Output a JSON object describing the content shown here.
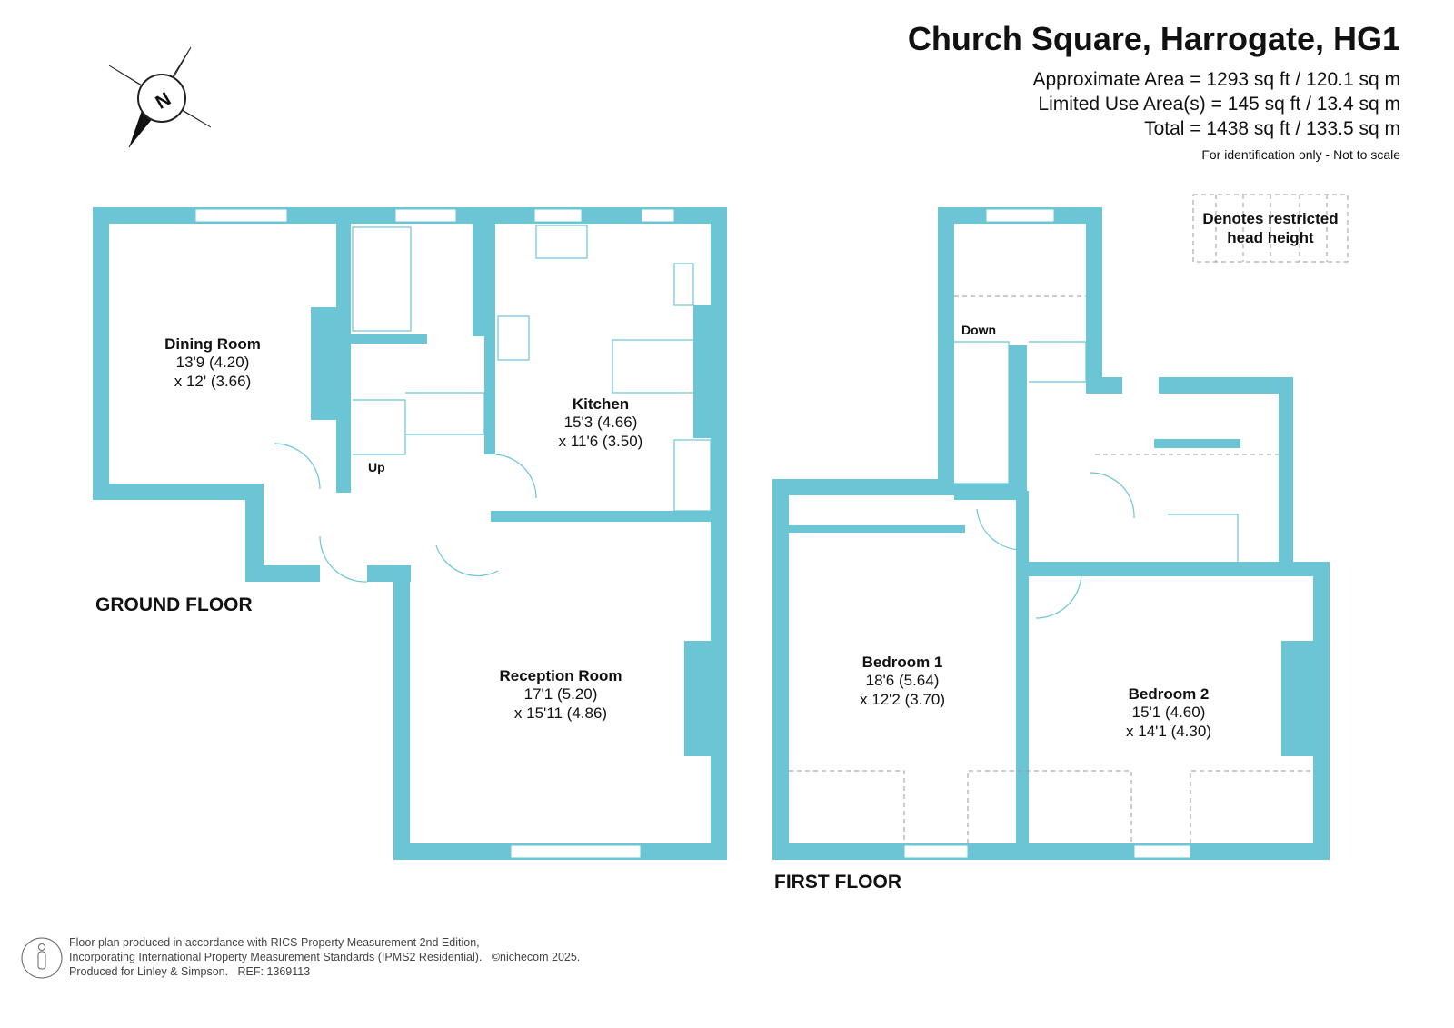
{
  "header": {
    "title": "Church Square, Harrogate, HG1",
    "approx_area": "Approximate Area = 1293 sq ft / 120.1 sq m",
    "limited_use": "Limited Use Area(s) = 145 sq ft / 13.4 sq m",
    "total": "Total = 1438 sq ft / 133.5 sq m",
    "note": "For identification only - Not to scale"
  },
  "compass": {
    "label": "N"
  },
  "legend": {
    "line1": "Denotes restricted",
    "line2": "head height"
  },
  "ground_floor": {
    "label": "GROUND FLOOR",
    "stairs_label": "Up",
    "rooms": [
      {
        "name": "Dining Room",
        "dim1": "13'9 (4.20)",
        "dim2": "x 12' (3.66)"
      },
      {
        "name": "Kitchen",
        "dim1": "15'3 (4.66)",
        "dim2": "x 11'6 (3.50)"
      },
      {
        "name": "Reception Room",
        "dim1": "17'1 (5.20)",
        "dim2": "x 15'11 (4.86)"
      }
    ]
  },
  "first_floor": {
    "label": "FIRST FLOOR",
    "stairs_label": "Down",
    "rooms": [
      {
        "name": "Bedroom 1",
        "dim1": "18'6 (5.64)",
        "dim2": "x 12'2 (3.70)"
      },
      {
        "name": "Bedroom 2",
        "dim1": "15'1 (4.60)",
        "dim2": "x 14'1 (4.30)"
      }
    ]
  },
  "footer": {
    "line1": "Floor plan produced in accordance with RICS Property Measurement 2nd Edition,",
    "line2": "Incorporating International Property Measurement Standards (IPMS2 Residential).   ©nichecom 2025.",
    "line3": "Produced for Linley & Simpson.   REF: 1369113"
  },
  "colors": {
    "wall": "#6cc5d4"
  }
}
